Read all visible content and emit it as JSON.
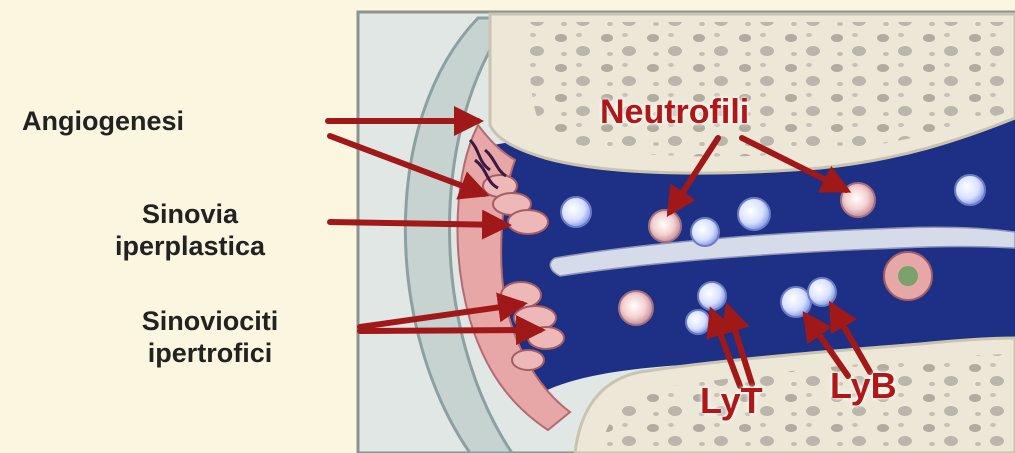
{
  "labels": {
    "angiogenesis": "Angiogenesi",
    "synovia_line1": "Sinovia",
    "synovia_line2": "iperplastica",
    "synoviocytes_line1": "Sinoviociti",
    "synoviocytes_line2": "ipertrofici",
    "neutrophils": "Neutrofili",
    "lyt": "LyT",
    "lyb": "LyB"
  },
  "colors": {
    "background": "#fbf6e0",
    "arrow": "#a01818",
    "synovial_fluid": "#1e2f86",
    "bone": "#ece7d6",
    "synovium": "#e7a7a6"
  }
}
